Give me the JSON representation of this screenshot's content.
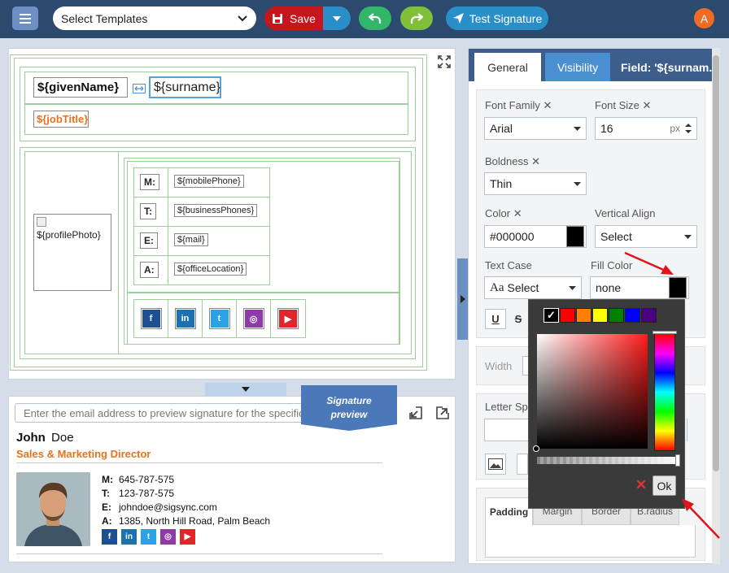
{
  "toolbar": {
    "template_select": "Select Templates",
    "save_label": "Save",
    "test_label": "Test Signature",
    "avatar_initial": "A"
  },
  "editor": {
    "given_name": "${givenName}",
    "surname": "${surname}",
    "job_title": "${jobTitle}",
    "profile_photo": "${profilePhoto}",
    "contact_rows": [
      {
        "label": "M:",
        "value": "${mobilePhone}"
      },
      {
        "label": "T:",
        "value": "${businessPhones}"
      },
      {
        "label": "E:",
        "value": "${mail}"
      },
      {
        "label": "A:",
        "value": "${officeLocation}"
      }
    ],
    "social": [
      {
        "name": "facebook-icon",
        "glyph": "f",
        "color": "#1d4f91"
      },
      {
        "name": "linkedin-icon",
        "glyph": "in",
        "color": "#1a73b0"
      },
      {
        "name": "twitter-icon",
        "glyph": "t",
        "color": "#2aa2e8"
      },
      {
        "name": "instagram-icon",
        "glyph": "◎",
        "color": "#8f3aa8"
      },
      {
        "name": "youtube-icon",
        "glyph": "▶",
        "color": "#e1252b"
      }
    ]
  },
  "preview": {
    "placeholder": "Enter the email address to preview signature for the specific user",
    "ribbon_line1": "Signature",
    "ribbon_line2": "preview",
    "first_name": "John",
    "last_name": "Doe",
    "title": "Sales & Marketing Director",
    "contacts": [
      {
        "label": "M:",
        "value": "645-787-575"
      },
      {
        "label": "T:",
        "value": "123-787-575"
      },
      {
        "label": "E:",
        "value": "johndoe@sigsync.com"
      },
      {
        "label": "A:",
        "value": "1385, North Hill Road, Palm Beach"
      }
    ]
  },
  "panel": {
    "tabs": {
      "general": "General",
      "visibility": "Visibility",
      "field": "Field: '${surnam..."
    },
    "font_family_label": "Font Family",
    "font_family_value": "Arial",
    "font_size_label": "Font Size",
    "font_size_value": "16",
    "font_size_unit": "px",
    "boldness_label": "Boldness",
    "boldness_value": "Thin",
    "color_label": "Color",
    "color_value": "#000000",
    "valign_label": "Vertical Align",
    "valign_value": "Select",
    "text_case_label": "Text Case",
    "text_case_value": "Select",
    "fill_color_label": "Fill Color",
    "fill_color_value": "none",
    "width_label": "Width",
    "letter_spacing_label": "Letter Sp",
    "spacing_tabs": [
      "Padding",
      "Margin",
      "Border",
      "B.radius"
    ]
  },
  "picker": {
    "ok_label": "Ok",
    "swatches": [
      "#000000",
      "#ff0000",
      "#ff7f00",
      "#ffff00",
      "#008000",
      "#0000ff",
      "#4b0082"
    ]
  },
  "colors": {
    "topbar": "#2c4a6e",
    "save": "#c4161c",
    "accent_blue": "#2a8fc9",
    "job_title_orange": "#e8731c",
    "arrow_red": "#e0141b"
  }
}
